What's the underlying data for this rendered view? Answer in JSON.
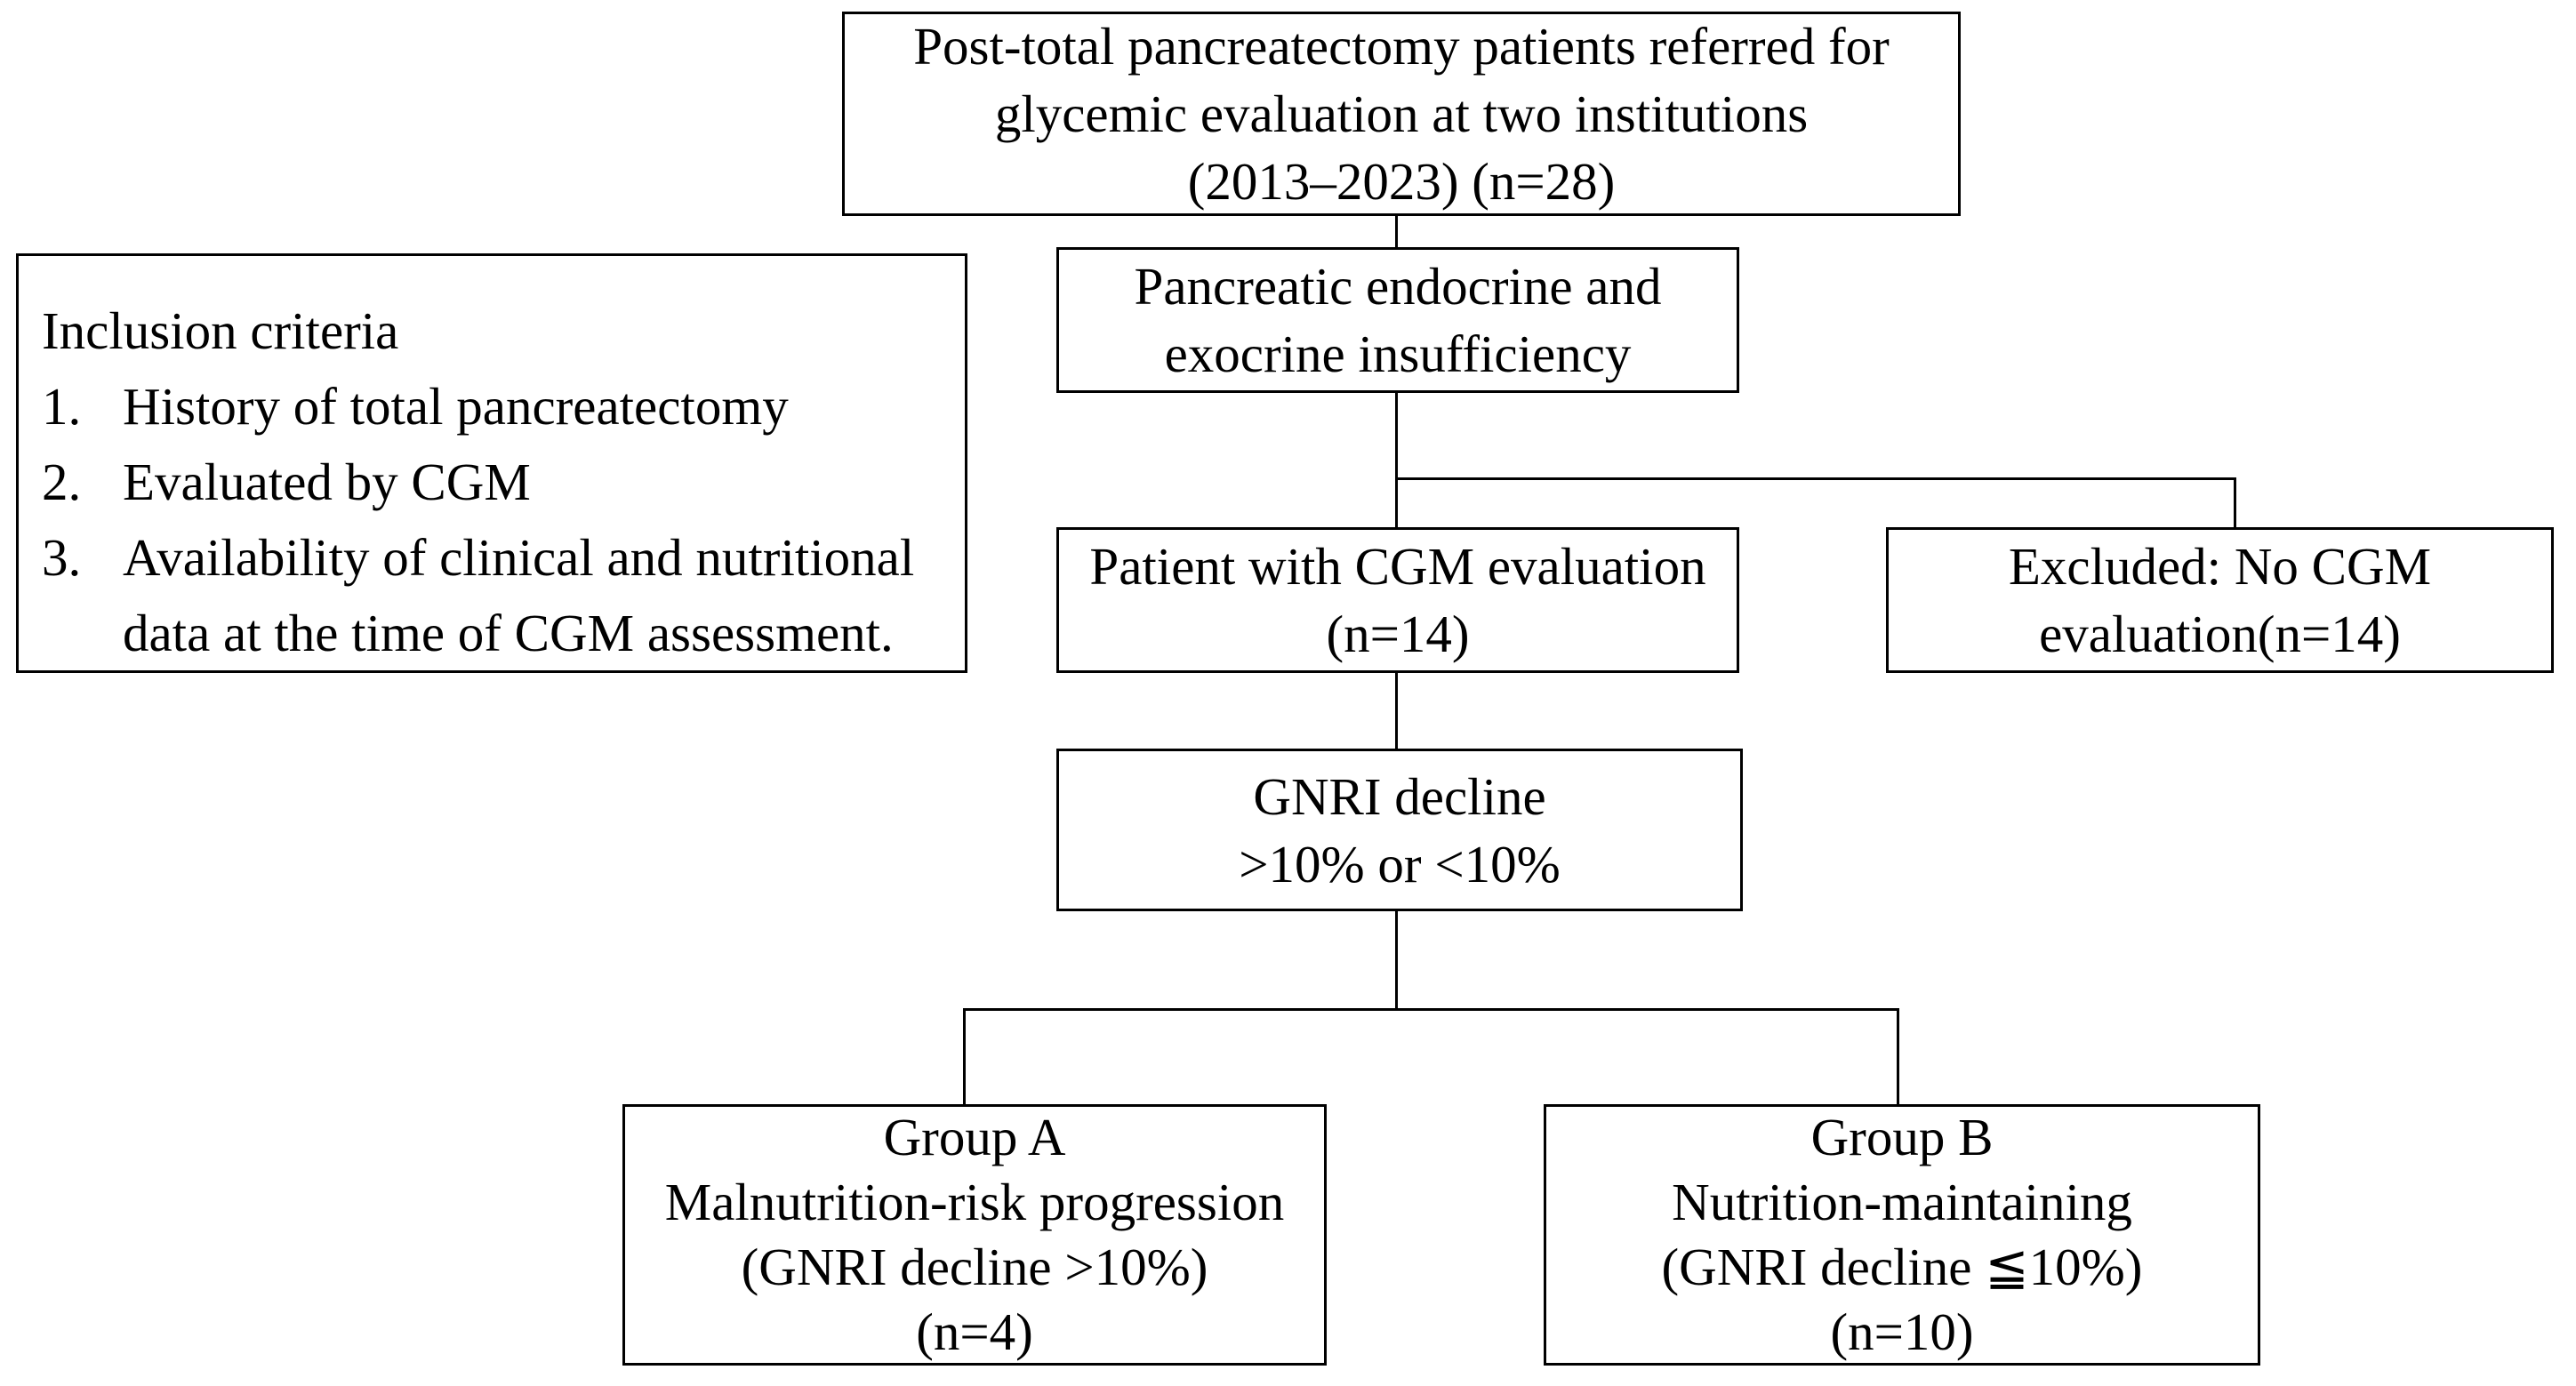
{
  "page": {
    "background_color": "#ffffff",
    "line_color": "#000000",
    "text_color": "#000000"
  },
  "boxes": {
    "referral": {
      "lines": [
        "Post-total pancreatectomy patients referred for",
        "glycemic evaluation at two institutions",
        "(2013–2023) (n=28)"
      ]
    },
    "inclusion": {
      "title": "Inclusion criteria",
      "items": [
        {
          "num": "1.",
          "lines": [
            "History of total pancreatectomy"
          ]
        },
        {
          "num": "2.",
          "lines": [
            "Evaluated by CGM"
          ]
        },
        {
          "num": "3.",
          "lines": [
            "Availability of clinical and nutritional",
            "data at the time of CGM assessment."
          ]
        }
      ]
    },
    "insufficiency": {
      "lines": [
        "Pancreatic endocrine and",
        "exocrine insufficiency"
      ]
    },
    "cgm_evaluated": {
      "lines": [
        "Patient with CGM evaluation",
        "(n=14)"
      ]
    },
    "excluded": {
      "lines": [
        "Excluded: No CGM",
        "evaluation(n=14)"
      ]
    },
    "gnri": {
      "lines": [
        "GNRI decline",
        ">10% or <10%"
      ]
    },
    "group_a": {
      "lines": [
        "Group A",
        "Malnutrition-risk progression",
        "(GNRI decline >10%)",
        "(n=4)"
      ]
    },
    "group_b": {
      "lines": [
        "Group B",
        "Nutrition-maintaining",
        "(GNRI decline ≦10%)",
        "(n=10)"
      ]
    }
  }
}
